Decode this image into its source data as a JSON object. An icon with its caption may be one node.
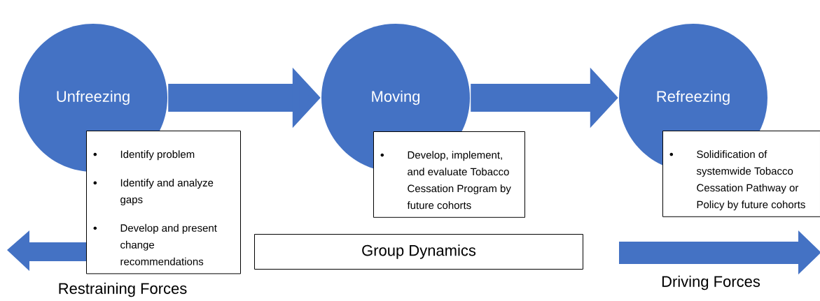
{
  "diagram": {
    "nodes": [
      {
        "text": [
          "Unfreezing"
        ]
      },
      {
        "text": [
          "Moving"
        ]
      },
      {
        "text": [
          "Refreezing"
        ]
      },
      {
        "text": [
          "Identify problem",
          "Identify and analyze gaps",
          "Develop and present change recommendations"
        ]
      },
      {
        "text": [
          "Develop, implement, and evaluate Tobacco Cessation Program by future cohorts"
        ]
      },
      {
        "text": [
          "Solidification of systemwide Tobacco Cessation Pathway or Policy by future cohorts"
        ]
      },
      {
        "text": [
          "Group Dynamics"
        ]
      }
    ],
    "edges": [
      {
        "from": 0,
        "to": 1,
        "arrow": "to"
      },
      {
        "from": 1,
        "to": 2,
        "arrow": "to"
      }
    ],
    "labels": [
      "Restraining Forces",
      "Driving Forces"
    ]
  }
}
